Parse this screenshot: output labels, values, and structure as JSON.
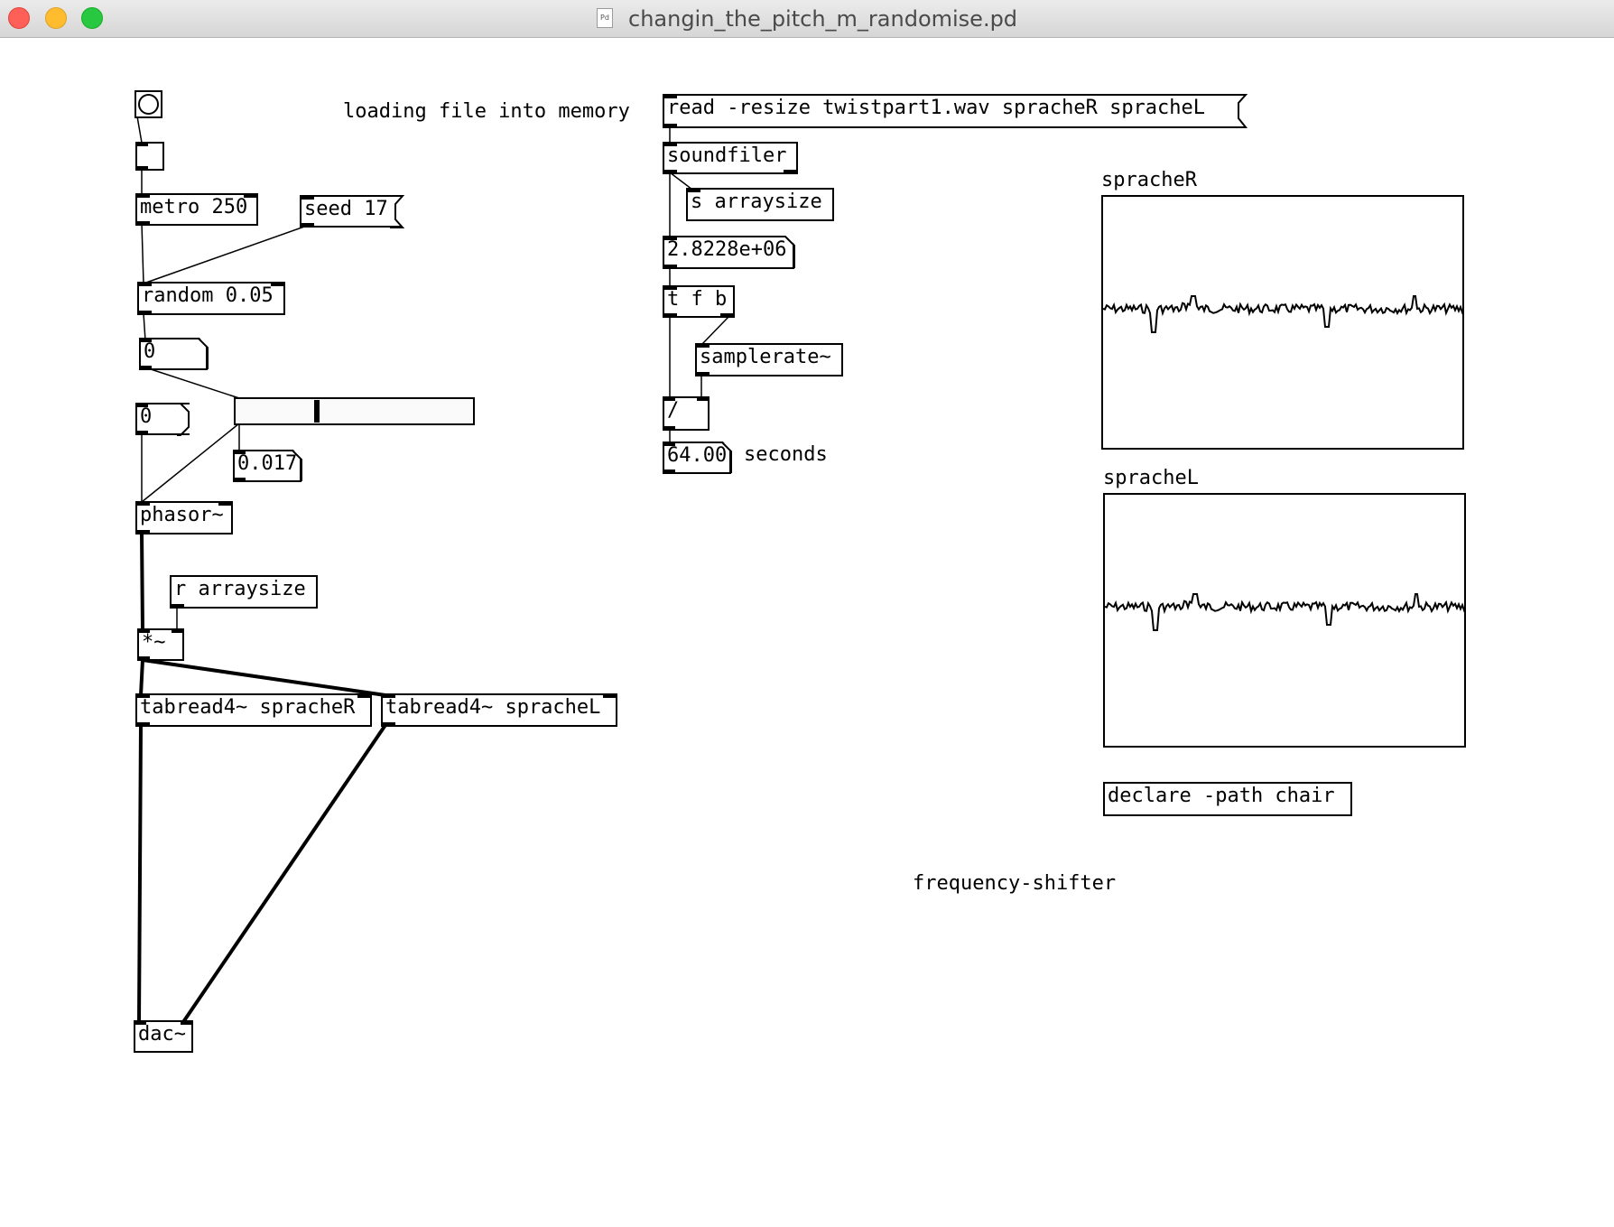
{
  "window": {
    "title": "changin_the_pitch_m_randomise.pd",
    "file_icon": "pd-file-icon"
  },
  "comments": {
    "loading": "loading file into memory",
    "seconds": "seconds",
    "frequency_shifter": "frequency-shifter"
  },
  "objects": {
    "metro": "metro 250",
    "random": "random 0.05",
    "phasor": "phasor~",
    "r_arraysize": "r arraysize",
    "mult": "*~",
    "tabread_r": "tabread4~ spracheR",
    "tabread_l": "tabread4~ spracheL",
    "dac": "dac~",
    "soundfiler": "soundfiler",
    "s_arraysize": "s arraysize",
    "t_f_b": "t f b",
    "samplerate": "samplerate~",
    "div": "/",
    "declare": "declare -path chair"
  },
  "messages": {
    "seed": "seed 17",
    "read": "read -resize twistpart1.wav spracheR spracheL"
  },
  "numbers": {
    "random_out": "0",
    "phasor_phase": "0",
    "slider_value": "0.017",
    "arraysize_value": "2.8228e+06",
    "seconds_value": "64.00"
  },
  "slider": {
    "value": 0.017,
    "min": 0,
    "max": 0.05
  },
  "arrays": {
    "spracheR": {
      "name": "spracheR"
    },
    "spracheL": {
      "name": "spracheL"
    }
  }
}
